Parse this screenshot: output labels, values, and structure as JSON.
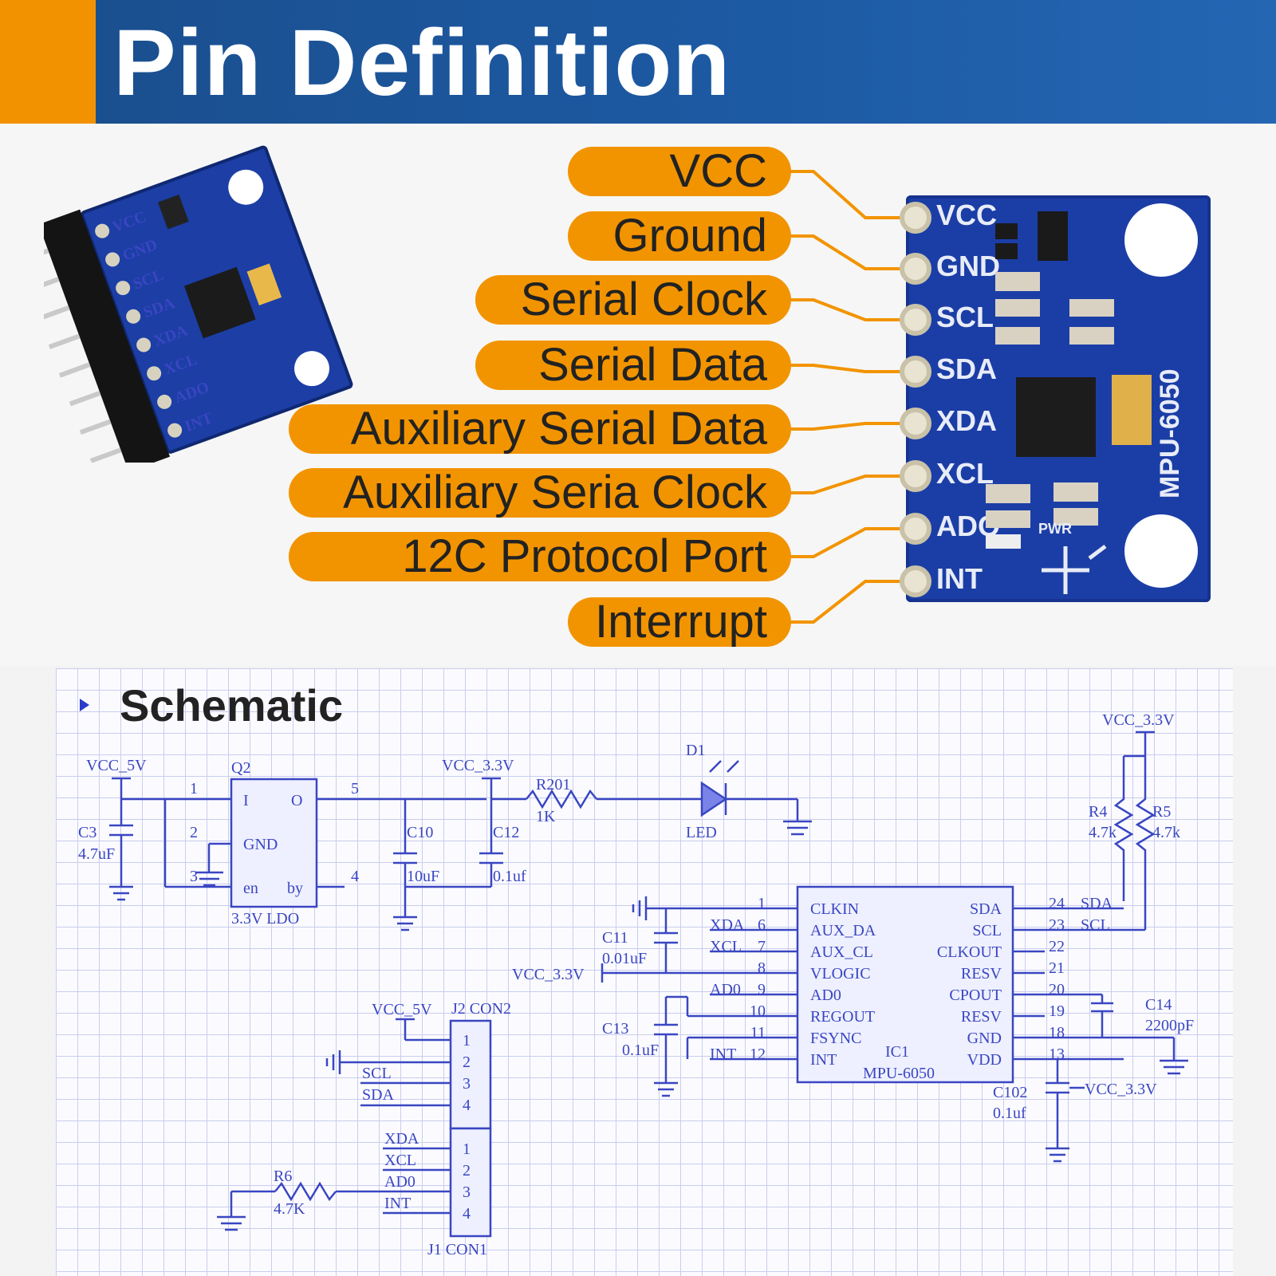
{
  "header": {
    "title": "Pin Definition"
  },
  "pins": [
    {
      "label": "VCC",
      "pcb": "VCC"
    },
    {
      "label": "Ground",
      "pcb": "GND"
    },
    {
      "label": "Serial Clock",
      "pcb": "SCL"
    },
    {
      "label": "Serial Data",
      "pcb": "SDA"
    },
    {
      "label": "Auxiliary Serial Data",
      "pcb": "XDA"
    },
    {
      "label": "Auxiliary Seria Clock",
      "pcb": "XCL"
    },
    {
      "label": "12C Protocol Port",
      "pcb": "ADO"
    },
    {
      "label": "Interrupt",
      "pcb": "INT"
    }
  ],
  "board": {
    "model": "MPU-6050",
    "pwr": "PWR"
  },
  "module_photo": {
    "pins": [
      "VCC",
      "GND",
      "SCL",
      "SDA",
      "XDA",
      "XCL",
      "ADO",
      "INT"
    ],
    "model": "MPU-6050"
  },
  "schematic": {
    "title": "Schematic",
    "ldo": {
      "ref": "Q2",
      "name": "3.3V LDO",
      "pin_i": "I",
      "pin_o": "O",
      "pin_gnd": "GND",
      "pin_en": "en",
      "pin_by": "by",
      "n1": "1",
      "n2": "2",
      "n3": "3",
      "n4": "4",
      "n5": "5"
    },
    "vcc5": "VCC_5V",
    "vcc33": "VCC_3.3V",
    "c3": {
      "ref": "C3",
      "val": "4.7uF"
    },
    "c10": {
      "ref": "C10",
      "val": "10uF"
    },
    "c12": {
      "ref": "C12",
      "val": "0.1uf"
    },
    "r201": {
      "ref": "R201",
      "val": "1K"
    },
    "d1": {
      "ref": "D1",
      "val": "LED"
    },
    "r4": {
      "ref": "R4",
      "val": "4.7k"
    },
    "r5": {
      "ref": "R5",
      "val": "4.7k"
    },
    "ic1": {
      "ref": "IC1",
      "name": "MPU-6050",
      "left_pins": [
        "CLKIN",
        "AUX_DA",
        "AUX_CL",
        "VLOGIC",
        "AD0",
        "REGOUT",
        "FSYNC",
        "INT"
      ],
      "left_nums": [
        "1",
        "6",
        "7",
        "8",
        "9",
        "10",
        "11",
        "12"
      ],
      "left_nets": [
        "",
        "XDA",
        "XCL",
        "",
        "AD0",
        "",
        "",
        "INT"
      ],
      "right_pins": [
        "SDA",
        "SCL",
        "CLKOUT",
        "RESV",
        "CPOUT",
        "RESV",
        "GND",
        "VDD"
      ],
      "right_nums": [
        "24",
        "23",
        "22",
        "21",
        "20",
        "19",
        "18",
        "13"
      ],
      "right_nets": [
        "SDA",
        "SCL",
        "",
        "",
        "",
        "",
        "",
        ""
      ]
    },
    "c11": {
      "ref": "C11",
      "val": "0.01uF"
    },
    "c13": {
      "ref": "C13",
      "val": "0.1uF"
    },
    "c14": {
      "ref": "C14",
      "val": "2200pF"
    },
    "c102": {
      "ref": "C102",
      "val": "0.1uf"
    },
    "j2": {
      "ref": "J2",
      "name": "CON2",
      "nets": [
        "SCL",
        "SDA"
      ],
      "nums": [
        "1",
        "2",
        "3",
        "4"
      ]
    },
    "j1": {
      "ref": "J1",
      "name": "CON1",
      "nets": [
        "XDA",
        "XCL",
        "AD0",
        "INT"
      ],
      "nums": [
        "1",
        "2",
        "3",
        "4"
      ]
    },
    "r6": {
      "ref": "R6",
      "val": "4.7K"
    }
  },
  "colors": {
    "orange": "#f29400",
    "header_blue": "#1d5aa4",
    "pcb_blue": "#1b3ea6",
    "schematic_ink": "#3a46c2"
  }
}
